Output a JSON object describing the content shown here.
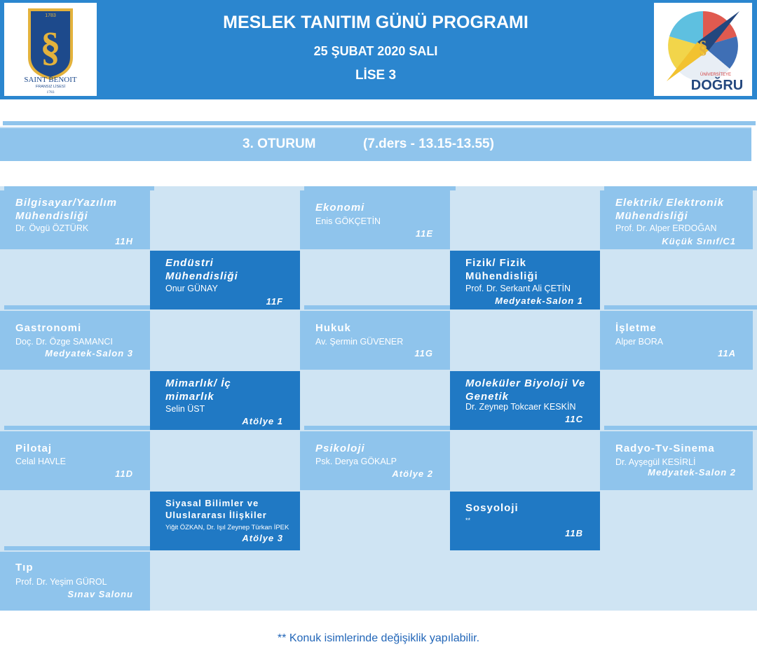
{
  "header": {
    "title": "MESLEK TANITIM GÜNÜ PROGRAMI",
    "date": "25 ŞUBAT 2020 SALI",
    "grade": "LİSE 3",
    "left_logo": {
      "name": "SAINT BENOIT",
      "sub": "FRANSIZ LİSESİ",
      "year": "1783"
    },
    "right_logo": {
      "text": "DOĞRU",
      "arc": "ÜNİVERSİTEYE"
    }
  },
  "session": {
    "label": "3. OTURUM",
    "time": "(7.ders - 13.15-13.55)"
  },
  "cells": [
    {
      "name": "Bilgisayar/Yazılım Mühendisliği",
      "person": "Dr. Övgü ÖZTÜRK",
      "room": "11H"
    },
    {
      "name": "Ekonomi",
      "person": "Enis GÖKÇETİN",
      "room": "11E"
    },
    {
      "name": "Elektrik/ Elektronik Mühendisliği",
      "person": "Prof. Dr. Alper ERDOĞAN",
      "room": "Küçük Sınıf/C1"
    },
    {
      "name": "Endüstri Mühendisliği",
      "person": "Onur GÜNAY",
      "room": "11F"
    },
    {
      "name": "Fizik/ Fizik Mühendisliği",
      "person": "Prof. Dr. Serkant Ali ÇETİN",
      "room": "Medyatek-Salon 1"
    },
    {
      "name": "Gastronomi",
      "person": "Doç. Dr. Özge SAMANCI",
      "room": "Medyatek-Salon 3"
    },
    {
      "name": "Hukuk",
      "person": "Av. Şermin GÜVENER",
      "room": "11G"
    },
    {
      "name": "İşletme",
      "person": "Alper BORA",
      "room": "11A"
    },
    {
      "name": "Mimarlık/ İç mimarlık",
      "person": "Selin ÜST",
      "room": "Atölye 1"
    },
    {
      "name": "Moleküler Biyoloji Ve Genetik",
      "person": "Dr. Zeynep Tokcaer KESKİN",
      "room": "11C"
    },
    {
      "name": "Pilotaj",
      "person": "Celal HAVLE",
      "room": "11D"
    },
    {
      "name": "Psikoloji",
      "person": "Psk. Derya GÖKALP",
      "room": "Atölye 2"
    },
    {
      "name": "Radyo-Tv-Sinema",
      "person": "Dr. Ayşegül KESİRLİ",
      "room": "Medyatek-Salon 2"
    },
    {
      "name": "Siyasal Bilimler ve Uluslararası İlişkiler",
      "person": "Yiğit ÖZKAN, Dr. Işıl Zeynep Türkan İPEK",
      "room": "Atölye 3"
    },
    {
      "name": "Sosyoloji",
      "person": "**",
      "room": "11B"
    },
    {
      "name": "Tıp",
      "person": "Prof. Dr. Yeşim GÜROL",
      "room": "Sınav Salonu"
    }
  ],
  "footnote": "** Konuk isimlerinde değişiklik yapılabilir.",
  "colors": {
    "header": "#2b86cf",
    "light_cell": "#8fc4ec",
    "dark_cell": "#2079c4",
    "background": "#cfe4f3"
  }
}
